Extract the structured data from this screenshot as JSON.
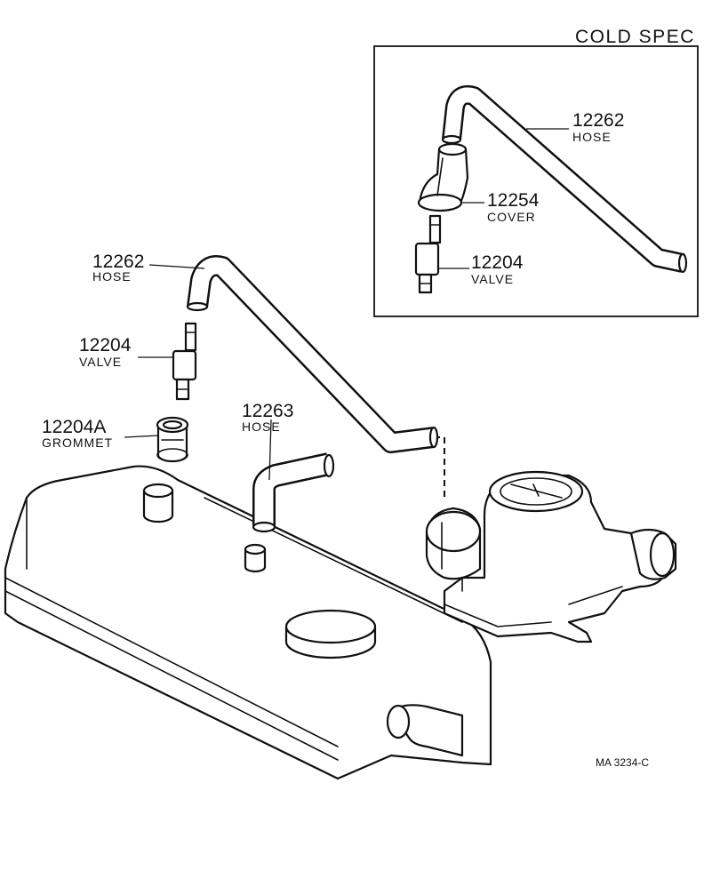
{
  "inset": {
    "title": "COLD SPEC",
    "hose": {
      "number": "12262",
      "name": "HOSE"
    },
    "cover": {
      "number": "12254",
      "name": "COVER"
    },
    "valve": {
      "number": "12204",
      "name": "VALVE"
    }
  },
  "main": {
    "hose_upper": {
      "number": "12262",
      "name": "HOSE"
    },
    "valve": {
      "number": "12204",
      "name": "VALVE"
    },
    "grommet": {
      "number": "12204A",
      "name": "GROMMET"
    },
    "hose_lower": {
      "number": "12263",
      "name": "HOSE"
    }
  },
  "figure_code": "MA  3234-C",
  "colors": {
    "ink": "#111111",
    "paper": "#ffffff"
  }
}
